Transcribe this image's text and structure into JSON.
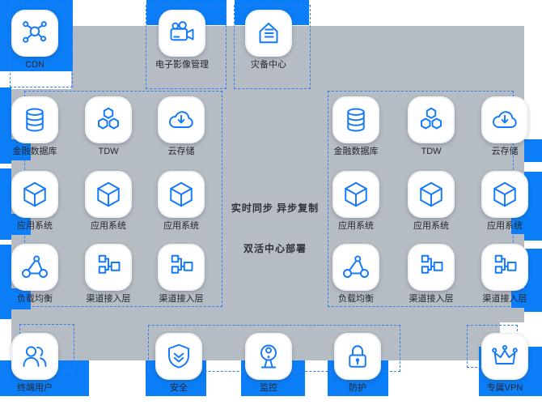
{
  "colors": {
    "accent_blue": "#0b7df7",
    "panel_gray": "#b6bcc3",
    "icon_blue": "#1479fa",
    "dashed_border": "#2f80f5",
    "label_text": "#23282e"
  },
  "annotations": {
    "sync": "实时同步 异步复制",
    "deployment": "双活中心部署"
  },
  "nodes": {
    "top_row": [
      {
        "label": "CDN",
        "icon": "cdn-icon"
      },
      {
        "label": "电子影像管理",
        "icon": "video-camera-icon"
      },
      {
        "label": "灾备中心",
        "icon": "house-icon"
      }
    ],
    "datacenter_left": [
      {
        "label": "金融数据库",
        "icon": "database-icon"
      },
      {
        "label": "TDW",
        "icon": "hexagons-icon"
      },
      {
        "label": "云存储",
        "icon": "cloud-download-icon"
      },
      {
        "label": "应用系统",
        "icon": "cube-icon"
      },
      {
        "label": "应用系统",
        "icon": "cube-icon"
      },
      {
        "label": "应用系统",
        "icon": "cube-icon"
      },
      {
        "label": "负载均衡",
        "icon": "load-balancer-icon"
      },
      {
        "label": "渠道接入层",
        "icon": "flowchart-icon"
      },
      {
        "label": "渠道接入层",
        "icon": "flowchart-icon"
      }
    ],
    "datacenter_right": [
      {
        "label": "金融数据库",
        "icon": "database-icon"
      },
      {
        "label": "TDW",
        "icon": "hexagons-icon"
      },
      {
        "label": "云存储",
        "icon": "cloud-download-icon"
      },
      {
        "label": "应用系统",
        "icon": "cube-icon"
      },
      {
        "label": "应用系统",
        "icon": "cube-icon"
      },
      {
        "label": "应用系统",
        "icon": "cube-icon"
      },
      {
        "label": "负载均衡",
        "icon": "load-balancer-icon"
      },
      {
        "label": "渠道接入层",
        "icon": "flowchart-icon"
      },
      {
        "label": "渠道接入层",
        "icon": "flowchart-icon"
      }
    ],
    "bottom_row": [
      {
        "label": "终端用户",
        "icon": "users-icon"
      },
      {
        "label": "安全",
        "icon": "shield-icon"
      },
      {
        "label": "监控",
        "icon": "webcam-icon"
      },
      {
        "label": "防护",
        "icon": "lock-icon"
      },
      {
        "label": "专属VPN",
        "icon": "crown-icon"
      }
    ]
  }
}
